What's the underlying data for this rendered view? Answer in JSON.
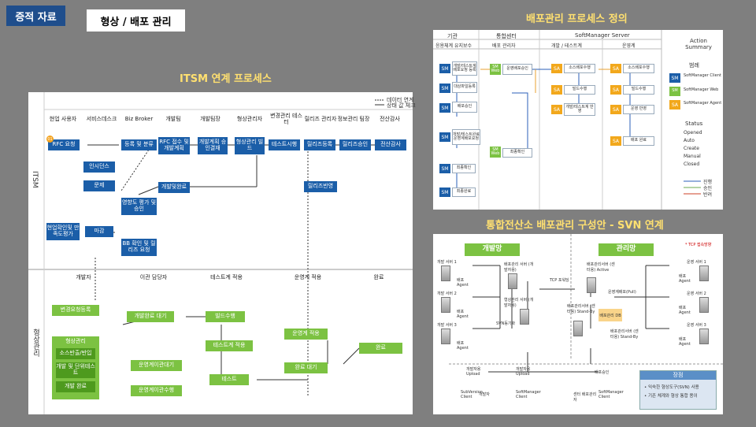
{
  "header": {
    "tag": "증적 자료",
    "title": "형상 / 배포 관리"
  },
  "sections": {
    "itsm_title": "ITSM 연계 프로세스",
    "deploy_title": "배포관리 프로세스 정의",
    "svn_title": "통합전산소 배포관리 구성안 - SVN 연계"
  },
  "itsm": {
    "legend": [
      "데이터 연계",
      "상태 값 체크"
    ],
    "lane_itsm": "ITSM",
    "lane_config": "형상관리",
    "columns": [
      "현업 사용자",
      "서비스데스크",
      "Biz Broker",
      "개발팀",
      "개발팀장",
      "형상관리자",
      "변경관리 테스터",
      "릴리즈 관리자",
      "정보관리 팀장",
      "전산감사"
    ],
    "boxes": {
      "rfc_request": "RFC 요청",
      "register_classify": "등록 및 분류",
      "incident": "인시던스",
      "problem": "문제",
      "rfc_accept": "RFC 접수 및 개발계획",
      "dev_plan_approve": "개발계획 승인결재",
      "config_build": "형상관리 빌드",
      "test_run": "테스트시행",
      "release_register": "릴리즈등록",
      "release_approve": "릴리즈승인",
      "audit": "전산감사",
      "dev_complete": "개발및완료",
      "impact_eval": "영향도 평가 및 승인",
      "release_apply": "릴리즈반영",
      "user_confirm": "현업확인및 만족도평가",
      "close": "마감",
      "bb_confirm": "BB 확인 및 릴리즈 요청"
    },
    "config_columns": [
      "개발자",
      "이관 담당자",
      "테스트계 적용",
      "운영계 적용",
      "완료"
    ],
    "config_boxes": {
      "change_register": "변경요청등록",
      "config_mgmt": "형상관리",
      "source_checkout": "소스반출/반입",
      "dev_unit_test": "개발 및 단위테스트",
      "dev_done": "개발 완료",
      "dev_wait": "개발완료 대기",
      "build": "빌드수행",
      "test_apply": "테스트계 적용",
      "test": "테스트",
      "op_transfer_wait": "운영계이관대기",
      "op_transfer_do": "운영계이관수행",
      "op_apply": "운영계 적용",
      "complete_wait": "완료 대기",
      "complete": "완료"
    }
  },
  "deploy": {
    "headers": [
      "기관",
      "통합센터",
      "SoftManager Server",
      "Action Summary"
    ],
    "subheaders": [
      "응용체계 유지보수",
      "배포 관리자",
      "개발 / 테스트계",
      "운영계"
    ],
    "legend_title": "범례",
    "legend_items": [
      "SoftManager Client",
      "SoftManager Web",
      "SoftManager Agent"
    ],
    "status_title": "Status",
    "status_items": [
      "Opened",
      "Auto",
      "Create",
      "Manual",
      "Closed"
    ],
    "line_items": [
      "진행",
      "승인",
      "반려"
    ],
    "flow_boxes": [
      "개발/테스트계 배포요청 등록",
      "대상파일등록",
      "배포승인",
      "운영배포승인",
      "소스배포수행",
      "빌드수행",
      "개발/테스트계 반영",
      "소스배포수행",
      "빌드수행",
      "운영 반영",
      "개발/테스트완료 운영계배포요청",
      "최종확인",
      "최종완료",
      "배포 완료"
    ]
  },
  "svn": {
    "zone_dev": "개발망",
    "zone_mgmt": "관리망",
    "port_note": "* TCP 접속방향",
    "dev_servers": [
      "개발 서버 1",
      "개발 서버 2",
      "개발 서버 3"
    ],
    "op_servers": [
      "운영 서버 1",
      "운영 서버 2",
      "운영 서버 3"
    ],
    "deploy_agent": "배포 Agent",
    "dev_deploy_server": "배포관리 서버 (개발자용)",
    "config_deploy_server": "형상관리 서버 (개발자용)",
    "center_active": "배포관리서버 (센터용) Active",
    "center_standby": "배포관리서버 (센터용) Stand-By",
    "db_label": "배포관리 DB",
    "op_pull": "운영계배포(Pull)",
    "tcp": "TCP 포워딩",
    "svn_sync": "SVN동기화",
    "clients": [
      "SubVersion Client",
      "SoftManager Client",
      "SoftManager Client"
    ],
    "client_roles": [
      "개발자용 Upload",
      "개발자용 Upload",
      "배포승인"
    ],
    "person_labels": [
      "개발자",
      "센터 배포관리자"
    ],
    "summary_title": "장점",
    "summary_items": [
      "익숙한 형상도구(SVN) 사용",
      "기존 체계와 형상 통합 용이"
    ]
  }
}
